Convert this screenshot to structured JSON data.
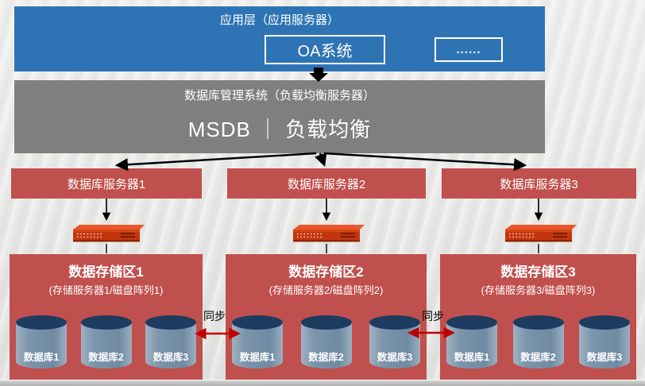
{
  "app_layer": {
    "title": "应用层（应用服务器）",
    "oa_label": "OA系统",
    "dots_label": "......"
  },
  "dbms_layer": {
    "title": "数据库管理系统（负载均衡服务器）",
    "main_label": "MSDB ｜ 负载均衡"
  },
  "db_servers": [
    "数据库服务器1",
    "数据库服务器2",
    "数据库服务器3"
  ],
  "storage_areas": [
    {
      "title": "数据存储区1",
      "subtitle": "(存储服务器1/磁盘阵列1)",
      "databases": [
        "数据库1",
        "数据库2",
        "数据库3"
      ]
    },
    {
      "title": "数据存储区2",
      "subtitle": "(存储服务器2/磁盘阵列2)",
      "databases": [
        "数据库1",
        "数据库2",
        "数据库3"
      ]
    },
    {
      "title": "数据存储区3",
      "subtitle": "(存储服务器3/磁盘阵列3)",
      "databases": [
        "数据库1",
        "数据库2",
        "数据库3"
      ]
    }
  ],
  "sync": {
    "label1": "同步",
    "label2": "同步"
  },
  "colors": {
    "app_layer_blue": "#2e74b5",
    "dbms_gray": "#7f7f7f",
    "box_red": "#c0504d",
    "cylinder_body": "#7c95ac",
    "cylinder_top": "#1e3c5f",
    "sync_arrow_red": "#c00000",
    "connector_black": "#000000"
  }
}
